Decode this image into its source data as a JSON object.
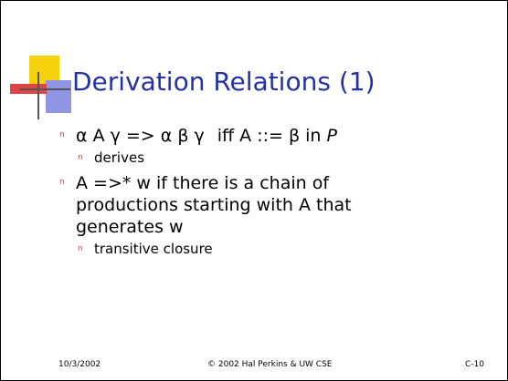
{
  "slide": {
    "title": "Derivation Relations (1)",
    "bullets": [
      {
        "segments": [
          "α A γ => α β γ",
          "iff  A ::= β in ",
          "P"
        ],
        "sub": "derives"
      },
      {
        "lines": [
          "A =>* w if there is a chain of",
          "productions starting with A that",
          "generates w"
        ],
        "sub": "transitive closure"
      }
    ],
    "bullet_glyph": "n"
  },
  "footer": {
    "date": "10/3/2002",
    "copyright": "© 2002 Hal Perkins & UW CSE",
    "slide_number": "C-10"
  },
  "colors": {
    "title": "#2531a6",
    "bullet": "#e04545",
    "logo_yellow": "#f5d20c",
    "logo_blue": "#8f94e4",
    "logo_red": "#e04545"
  }
}
